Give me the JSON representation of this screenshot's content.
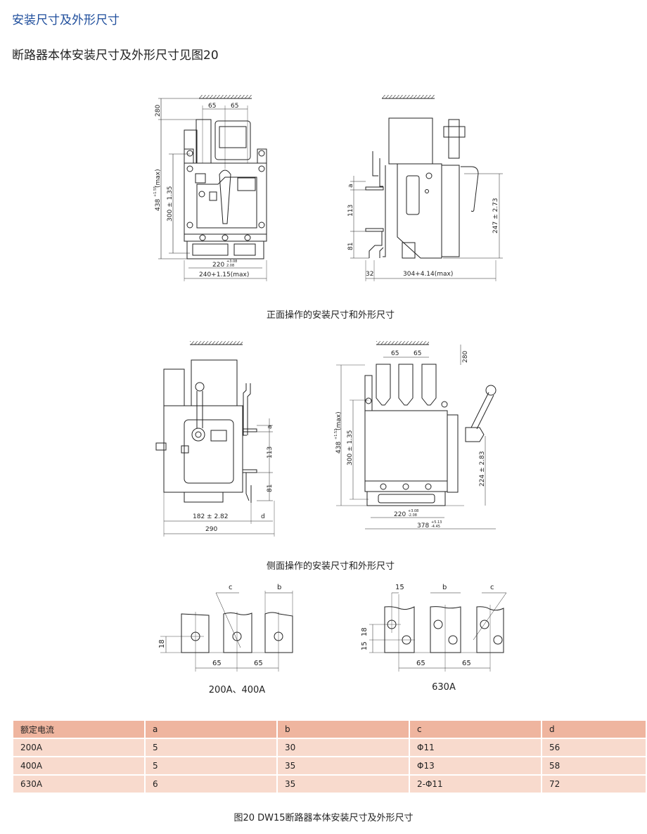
{
  "header": {
    "title": "安装尺寸及外形尺寸",
    "subtitle": "断路器本体安装尺寸及外形尺寸见图20"
  },
  "front_view": {
    "caption": "正面操作的安装尺寸和外形尺寸",
    "front": {
      "d280": "280",
      "d65a": "65",
      "d65b": "65",
      "d438": "438",
      "d438_tol": "+1.55",
      "d438_max": "(max)",
      "d300": "300 ± 1.35",
      "d220": "220",
      "d220_up": "+3.08",
      "d220_lo": "2.08",
      "d240": "240+1.15(max)"
    },
    "side": {
      "a": "a",
      "d113": "113",
      "d81": "81",
      "d247": "247 ± 2.73",
      "d32": "32",
      "d304": "304+4.14(max)"
    }
  },
  "side_view": {
    "caption": "侧面操作的安装尺寸和外形尺寸",
    "left": {
      "a": "a",
      "d113": "113",
      "d81": "81",
      "d182": "182 ± 2.82",
      "d": "d",
      "d290": "290"
    },
    "right": {
      "d65a": "65",
      "d65b": "65",
      "d280": "280",
      "d438": "438",
      "d438_tol": "+1.53",
      "d438_max": "(max)",
      "d300": "300 ± 1.35",
      "d224": "224 ± 2.83",
      "d220": "220",
      "d220_up": "+3.08",
      "d220_lo": "-2.08",
      "d378": "378",
      "d378_up": "+5.13",
      "d378_lo": "-4.45"
    }
  },
  "terminals": {
    "small": {
      "caption": "200A、400A",
      "c": "c",
      "b": "b",
      "d18": "18",
      "d65a": "65",
      "d65b": "65"
    },
    "large": {
      "caption": "630A",
      "d15top": "15",
      "b": "b",
      "c": "c",
      "d18": "18",
      "d15": "15",
      "d65a": "65",
      "d65b": "65"
    }
  },
  "table": {
    "headers": [
      "额定电流",
      "a",
      "b",
      "c",
      "d"
    ],
    "rows": [
      [
        "200A",
        "5",
        "30",
        "Φ11",
        "56"
      ],
      [
        "400A",
        "5",
        "35",
        "Φ13",
        "58"
      ],
      [
        "630A",
        "6",
        "35",
        "2-Φ11",
        "72"
      ]
    ]
  },
  "figure_caption": "图20  DW15断路器本体安装尺寸及外形尺寸",
  "colors": {
    "title": "#1f4e9c",
    "table_header": "#efb59f",
    "table_row": "#f8dacd"
  }
}
